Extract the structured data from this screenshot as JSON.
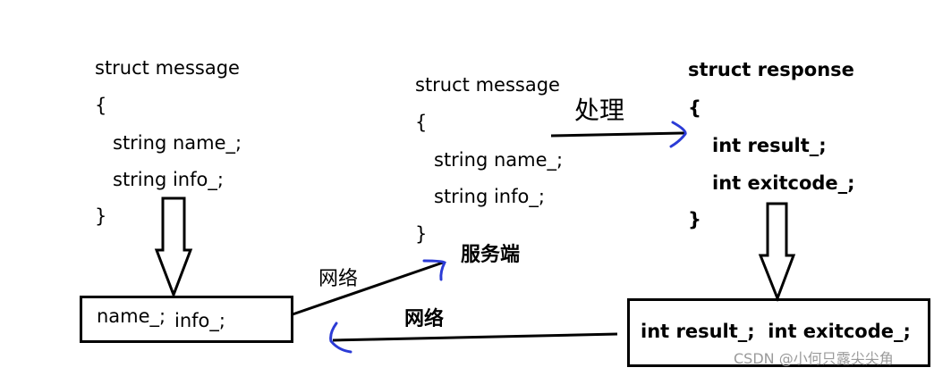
{
  "client_message": {
    "line1": "struct message",
    "line2": "{",
    "line3": "string name_;",
    "line4": "string info_;",
    "line5": "}"
  },
  "server_message": {
    "line1": "struct message",
    "line2": "{",
    "line3": "string name_;",
    "line4": "string info_;",
    "line5": "}"
  },
  "response": {
    "line1": "struct response",
    "line2": "{",
    "line3": "int result_;",
    "line4": "int exitcode_;",
    "line5": "}"
  },
  "client_box": {
    "field1": "name_;",
    "field2": "info_;"
  },
  "response_box": {
    "text": "int result_;  int exitcode_;"
  },
  "labels": {
    "process": "处理",
    "server": "服务端",
    "network_up": "网络",
    "network_back": "网络"
  },
  "watermark": "CSDN @小何只露尖尖角",
  "colors": {
    "arrowhead": "#2b3bd6",
    "line": "#000000"
  }
}
